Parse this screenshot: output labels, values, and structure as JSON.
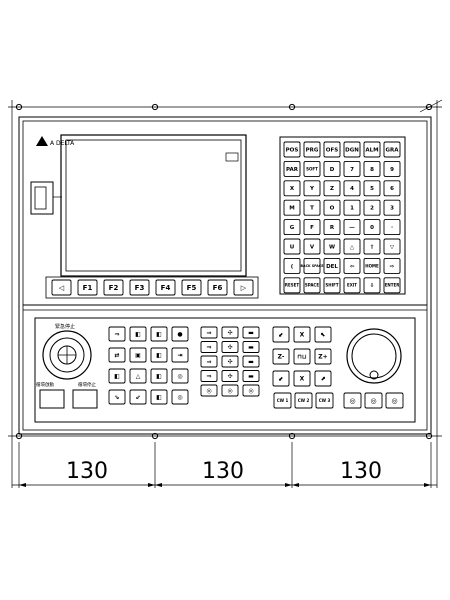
{
  "brand": {
    "logo_text": "A DELTA"
  },
  "screen": {
    "softkeys": [
      "◁",
      "F1",
      "F2",
      "F3",
      "F4",
      "F5",
      "F6",
      "▷"
    ]
  },
  "keypad": {
    "function_row": [
      "POS",
      "PRG",
      "OFS",
      "DGN",
      "ALM",
      "GRA"
    ],
    "row2": [
      "PAR",
      "SOFT",
      "D",
      "7",
      "8",
      "9"
    ],
    "row3": [
      "X",
      "Y",
      "Z",
      "4",
      "5",
      "6"
    ],
    "row4": [
      "M",
      "T",
      "O",
      "1",
      "2",
      "3"
    ],
    "row5": [
      "G",
      "F",
      "R",
      "—",
      "0",
      "·"
    ],
    "row6": [
      "U",
      "V",
      "W",
      "△",
      "⇧",
      "▽"
    ],
    "row7": [
      "(",
      "BACK SPACE",
      "DEL",
      "⇦",
      "HOME",
      "⇨"
    ],
    "row8": [
      "RESET",
      "SPACE",
      "SHIFT",
      "EXIT",
      "⇩",
      "ENTER"
    ]
  },
  "operator": {
    "estop_label": "緊急停止",
    "start_label": "循環啟動",
    "pause_label": "循環停止",
    "group1": [
      "⇒",
      "◧",
      "◧",
      "●",
      "⇄",
      "▣",
      "◧",
      "⇥",
      "◧",
      "△",
      "◧",
      "◎",
      "⇘",
      "⇙",
      "◧",
      "◎"
    ],
    "group2": [
      "⇒",
      "✣",
      "▬",
      "⇒",
      "✣",
      "▬",
      "⇒",
      "✣",
      "▬",
      "⇒",
      "✣",
      "▬",
      "◎",
      "◎",
      "◎"
    ],
    "axis_pad": [
      "⬋",
      "X",
      "⬉",
      "Z-",
      "⊓⊔",
      "Z+",
      "⬋",
      "X",
      "⬈"
    ],
    "cw_buttons": [
      "CW 1",
      "CW 2",
      "CW 3"
    ],
    "mode_buttons": [
      "◎",
      "◎",
      "◎"
    ]
  },
  "dimensions": [
    "130",
    "130",
    "130"
  ]
}
